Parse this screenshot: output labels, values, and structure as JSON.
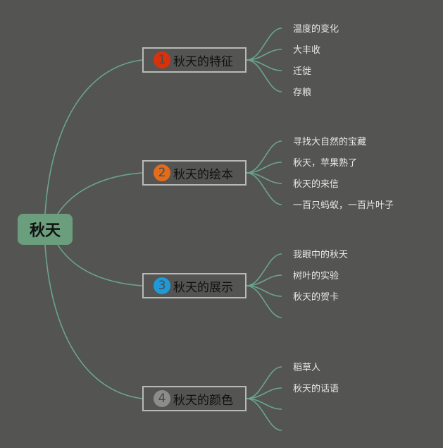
{
  "colors": {
    "background": "#545553",
    "link": "#6aa58c",
    "root_fill": "#6b9e7c",
    "branch_border": "#b9bab6"
  },
  "root": {
    "label": "秋天"
  },
  "branches": [
    {
      "number": "1",
      "label": "秋天的特征",
      "badge_color": "#d9310b",
      "leaves": [
        "温度的变化",
        "大丰收",
        "迁徙",
        "存粮"
      ]
    },
    {
      "number": "2",
      "label": "秋天的绘本",
      "badge_color": "#e36c1c",
      "leaves": [
        "寻找大自然的宝藏",
        "秋天，苹果熟了",
        "秋天的来信",
        "一百只蚂蚁，一百片叶子"
      ]
    },
    {
      "number": "3",
      "label": "秋天的展示",
      "badge_color": "#1e9ad9",
      "leaves": [
        "我眼中的秋天",
        "树叶的实验",
        "秋天的贺卡",
        ""
      ]
    },
    {
      "number": "4",
      "label": "秋天的颜色",
      "badge_color": "#8c8c8a",
      "leaves": [
        "稻草人",
        "秋天的话语",
        "",
        ""
      ]
    }
  ]
}
